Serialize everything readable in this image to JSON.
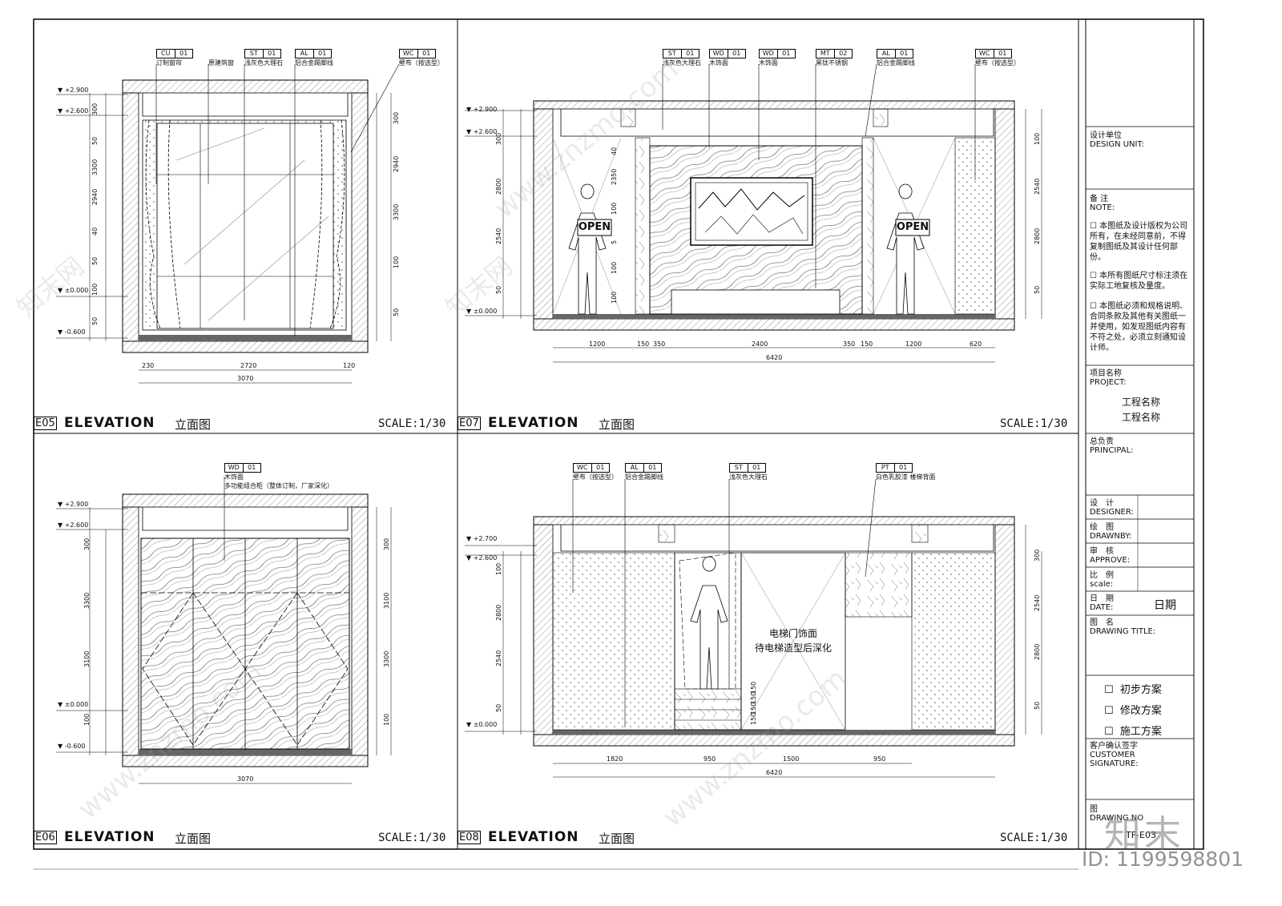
{
  "panels": [
    {
      "id": "E05",
      "title_en": "ELEVATION",
      "title_cn": "立面图",
      "scale": "SCALE:1/30",
      "tags": [
        {
          "code": "CU",
          "num": "01",
          "desc": "订制窗帘"
        },
        {
          "code": "",
          "num": "",
          "desc": "原建筑窗"
        },
        {
          "code": "ST",
          "num": "01",
          "desc": "浅灰色大理石"
        },
        {
          "code": "AL",
          "num": "01",
          "desc": "铝合金踢脚线"
        },
        {
          "code": "WC",
          "num": "01",
          "desc": "壁布（按选型）"
        }
      ],
      "levels": [
        "+2.900",
        "+2.600",
        "±0.000",
        "-0.600"
      ],
      "left_dims": [
        "300",
        "50",
        "3300",
        "2940",
        "40",
        "50",
        "100",
        "50"
      ],
      "right_dims": [
        "300",
        "2940",
        "3300",
        "100",
        "50"
      ],
      "bottom_dims": [
        "230",
        "2720",
        "120"
      ],
      "total": "3070"
    },
    {
      "id": "E07",
      "title_en": "ELEVATION",
      "title_cn": "立面图",
      "scale": "SCALE:1/30",
      "tags": [
        {
          "code": "ST",
          "num": "01",
          "desc": "浅灰色大理石"
        },
        {
          "code": "WD",
          "num": "01",
          "desc": "木饰面"
        },
        {
          "code": "WD",
          "num": "01",
          "desc": "木饰面"
        },
        {
          "code": "MT",
          "num": "02",
          "desc": "黑钛不锈钢"
        },
        {
          "code": "AL",
          "num": "01",
          "desc": "铝合金踢脚线"
        },
        {
          "code": "WC",
          "num": "01",
          "desc": "壁布（按选型）"
        }
      ],
      "levels": [
        "+2.900",
        "+2.600",
        "±0.000"
      ],
      "left_dims": [
        "300",
        "2800",
        "2540",
        "50"
      ],
      "inner_dims": [
        "40",
        "2350",
        "100",
        "5",
        "100",
        "100"
      ],
      "right_dims": [
        "100",
        "2540",
        "2800",
        "50"
      ],
      "bottom_dims": [
        "1200",
        "150",
        "350",
        "2400",
        "350",
        "150",
        "1200",
        "620"
      ],
      "total": "6420",
      "sign": "OPEN"
    },
    {
      "id": "E06",
      "title_en": "ELEVATION",
      "title_cn": "立面图",
      "scale": "SCALE:1/30",
      "tags": [
        {
          "code": "WD",
          "num": "01",
          "desc": "木饰面",
          "desc2": "多功能组合柜（整体订制，厂家深化）"
        }
      ],
      "levels": [
        "+2.900",
        "+2.600",
        "±0.000",
        "-0.600"
      ],
      "left_dims": [
        "300",
        "3300",
        "3100",
        "100"
      ],
      "right_dims": [
        "300",
        "3100",
        "3300",
        "100"
      ],
      "total": "3070"
    },
    {
      "id": "E08",
      "title_en": "ELEVATION",
      "title_cn": "立面图",
      "scale": "SCALE:1/30",
      "tags": [
        {
          "code": "WC",
          "num": "01",
          "desc": "壁布（按选型）"
        },
        {
          "code": "AL",
          "num": "01",
          "desc": "铝合金踢脚线"
        },
        {
          "code": "ST",
          "num": "01",
          "desc": "浅灰色大理石"
        },
        {
          "code": "PT",
          "num": "01",
          "desc": "白色乳胶漆 楼梯背面"
        }
      ],
      "levels": [
        "+2.700",
        "+2.600",
        "±0.000"
      ],
      "left_dims": [
        "100",
        "2800",
        "2540",
        "50"
      ],
      "right_dims": [
        "300",
        "2540",
        "2800",
        "50"
      ],
      "step_dims": [
        "150",
        "150",
        "150",
        "150"
      ],
      "bottom_dims": [
        "1820",
        "950",
        "1500",
        "950"
      ],
      "total": "6420",
      "note_line1": "电梯门饰面",
      "note_line2": "待电梯造型后深化"
    }
  ],
  "titleblock": {
    "design_unit": "设计单位\nDESIGN UNIT:",
    "note_title": "备 注\nNOTE:",
    "notes": [
      "本图纸及设计版权为公司所有，在未经同意前，不得复制图纸及其设计任何部份。",
      "本所有图纸尺寸标注须在实际工地复核及量度。",
      "本图纸必须和规格说明、合同条款及其他有关图纸一并使用，如发现图纸内容有不符之处，必须立刻通知设计师。"
    ],
    "project_label": "项目名称\nPROJECT:",
    "project_name1": "工程名称",
    "project_name2": "工程名称",
    "principal": "总负责\nPRINCIPAL:",
    "designer": "设　计\nDESIGNER:",
    "drawnby": "绘　图\nDRAWNBY:",
    "approve": "审　核\nAPPROVE:",
    "scale_label": "比　例\nscale:",
    "date_label": "日　期\nDATE:",
    "date_value": "日期",
    "drawing_title": "图　名\nDRAWING TITLE:",
    "checks": [
      "初步方案",
      "修改方案",
      "施工方案"
    ],
    "customer": "客户确认签字\nCUSTOMER\nSIGNATURE:",
    "drawing_no_label": "图\nDRAWING NO",
    "drawing_no": "TF-E03"
  },
  "watermark": {
    "brand": "知末",
    "id": "ID: 1199598801",
    "site": "www.znzmo.com",
    "site_cn": "知末网"
  }
}
